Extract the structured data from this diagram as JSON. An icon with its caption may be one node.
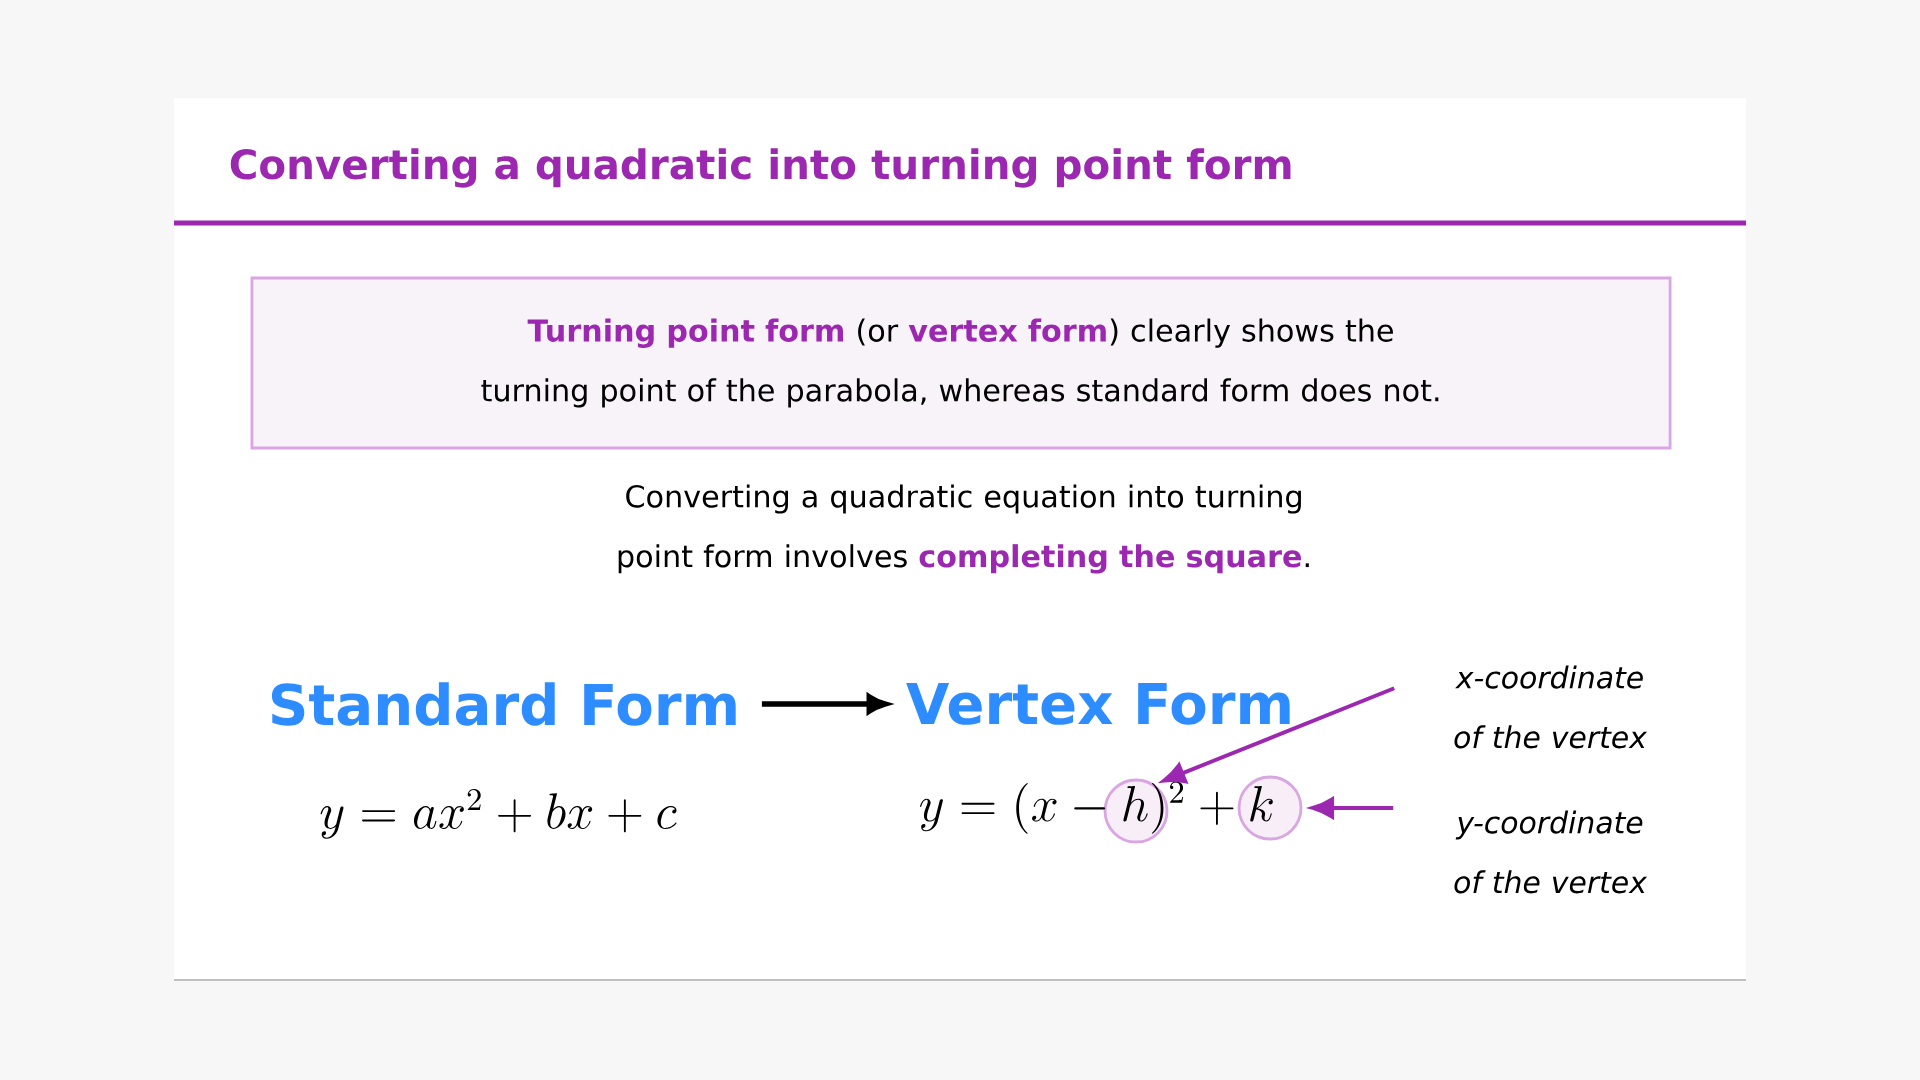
{
  "diagram": {
    "title": "Converting a quadratic into turning point form",
    "nodes": [
      {
        "text": [
          "Standard Form"
        ]
      },
      {
        "text": [
          "Vertex Form"
        ]
      },
      {
        "text": [
          "x-coordinate of the vertex"
        ]
      },
      {
        "text": [],
        "shape": "circle"
      },
      {
        "text": [
          "y-coordinate of the vertex"
        ]
      },
      {
        "text": [],
        "shape": "circle"
      },
      {
        "text": [
          "**Turning point form** (or **vertex form**) clearly shows the turning point of the parabola, whereas standard form does not."
        ]
      }
    ],
    "edges": [
      {
        "from": 0,
        "to": 1,
        "arrow": "to",
        "color": "#000000"
      },
      {
        "from": 2,
        "to": 3,
        "arrow": "to",
        "color": "#9c27b0"
      },
      {
        "from": 4,
        "to": 5,
        "arrow": "to",
        "color": "#9c27b0"
      }
    ],
    "labels": [
      "Converting a quadratic equation into turning point form involves **completing the square**.",
      "y = ax^2 + bx + c",
      "y = (x - h)^2 + k"
    ]
  }
}
